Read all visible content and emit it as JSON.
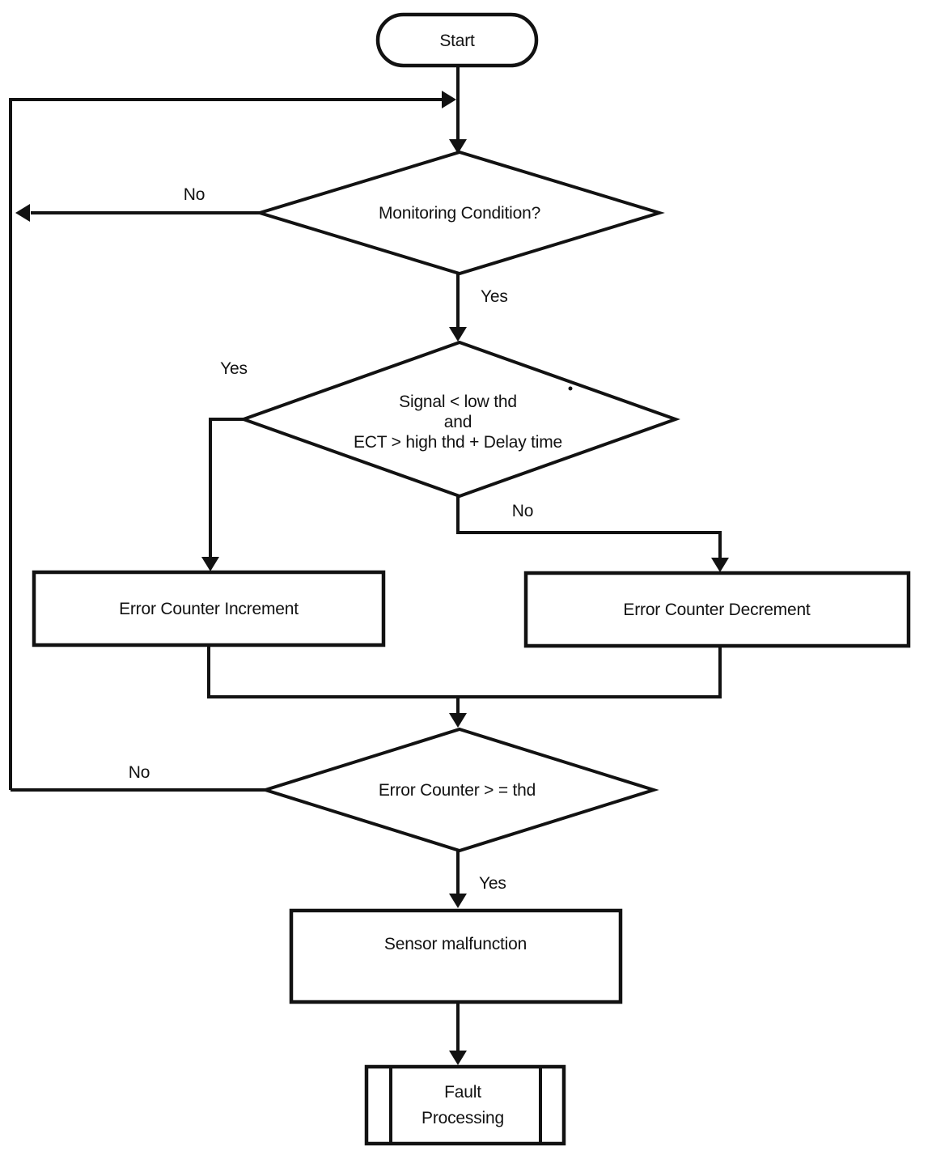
{
  "figure": {
    "type": "flowchart",
    "description": "Sensor diagnostic monitoring flowchart"
  },
  "colors": {
    "line": "#121212",
    "text": "#121212",
    "background": "#ffffff"
  },
  "nodes": {
    "start": {
      "shape": "terminator",
      "label": "Start"
    },
    "monitoring_condition": {
      "shape": "decision",
      "label": "Monitoring Condition?"
    },
    "signal_check": {
      "shape": "decision",
      "line1": "Signal < low thd",
      "line2": "and",
      "line3": "ECT > high thd + Delay time"
    },
    "error_counter_increment": {
      "shape": "process",
      "label": "Error Counter Increment"
    },
    "error_counter_decrement": {
      "shape": "process",
      "label": "Error Counter Decrement"
    },
    "error_counter_threshold": {
      "shape": "decision",
      "label": "Error Counter > = thd"
    },
    "sensor_malfunction": {
      "shape": "process",
      "label": "Sensor malfunction"
    },
    "fault_processing": {
      "shape": "predefined-process",
      "line1": "Fault",
      "line2": "Processing"
    }
  },
  "edge_labels": {
    "monitoring_no": "No",
    "monitoring_yes": "Yes",
    "signal_yes": "Yes",
    "signal_no": "No",
    "threshold_no": "No",
    "threshold_yes": "Yes"
  }
}
